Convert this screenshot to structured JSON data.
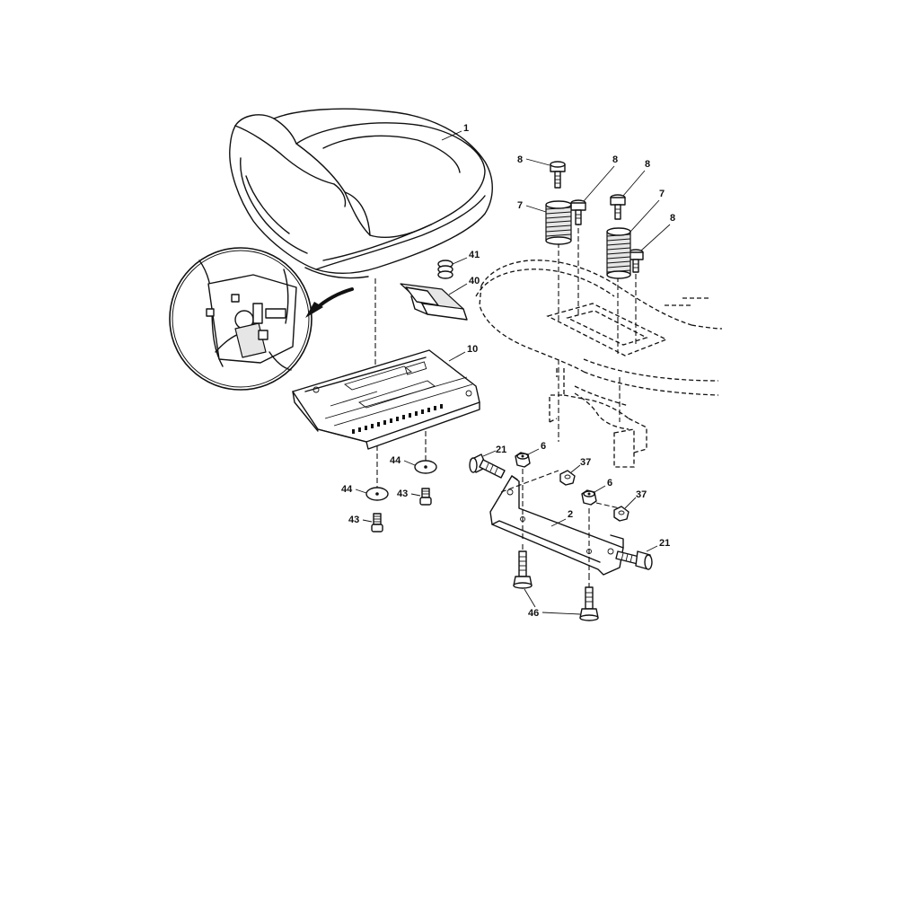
{
  "labels": {
    "seat": "1",
    "plate": "10",
    "bracket": "2",
    "spacer": "41",
    "switch": "40",
    "springs": "7",
    "bolts_top": "8",
    "nuts": "6",
    "washers_37": "37",
    "bolts_21": "21",
    "bolts_46": "46",
    "washers_44": "44",
    "screws_43": "43"
  }
}
